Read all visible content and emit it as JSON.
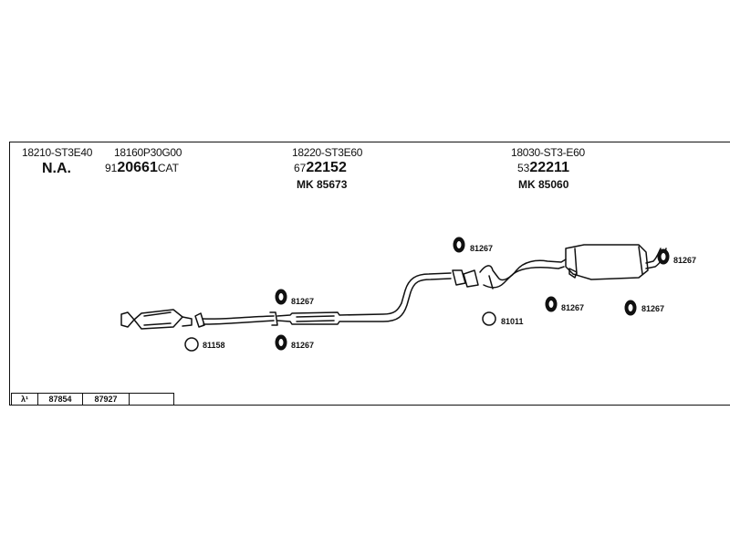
{
  "header": {
    "col1": {
      "oe": "18210-ST3E40",
      "status": "N.A."
    },
    "col2": {
      "oe": "18160P30G00",
      "prefix": "91",
      "number": "20661",
      "suffix": "CAT"
    },
    "col3": {
      "oe": "18220-ST3E60",
      "prefix": "67",
      "number": "22152",
      "mk": "MK 85673"
    },
    "col4": {
      "oe": "18030-ST3-E60",
      "prefix": "53",
      "number": "22211",
      "mk": "MK 85060"
    }
  },
  "part_labels": {
    "ring_81158": "81158",
    "hanger_81267_a": "81267",
    "hanger_81267_b": "81267",
    "hanger_81267_c": "81267",
    "ring_81011": "81011",
    "hanger_81267_d": "81267",
    "hanger_81267_e": "81267",
    "hanger_81267_f": "81267"
  },
  "lambda_row": {
    "symbol": "λ¹",
    "values": [
      "87854",
      "87927",
      ""
    ]
  }
}
